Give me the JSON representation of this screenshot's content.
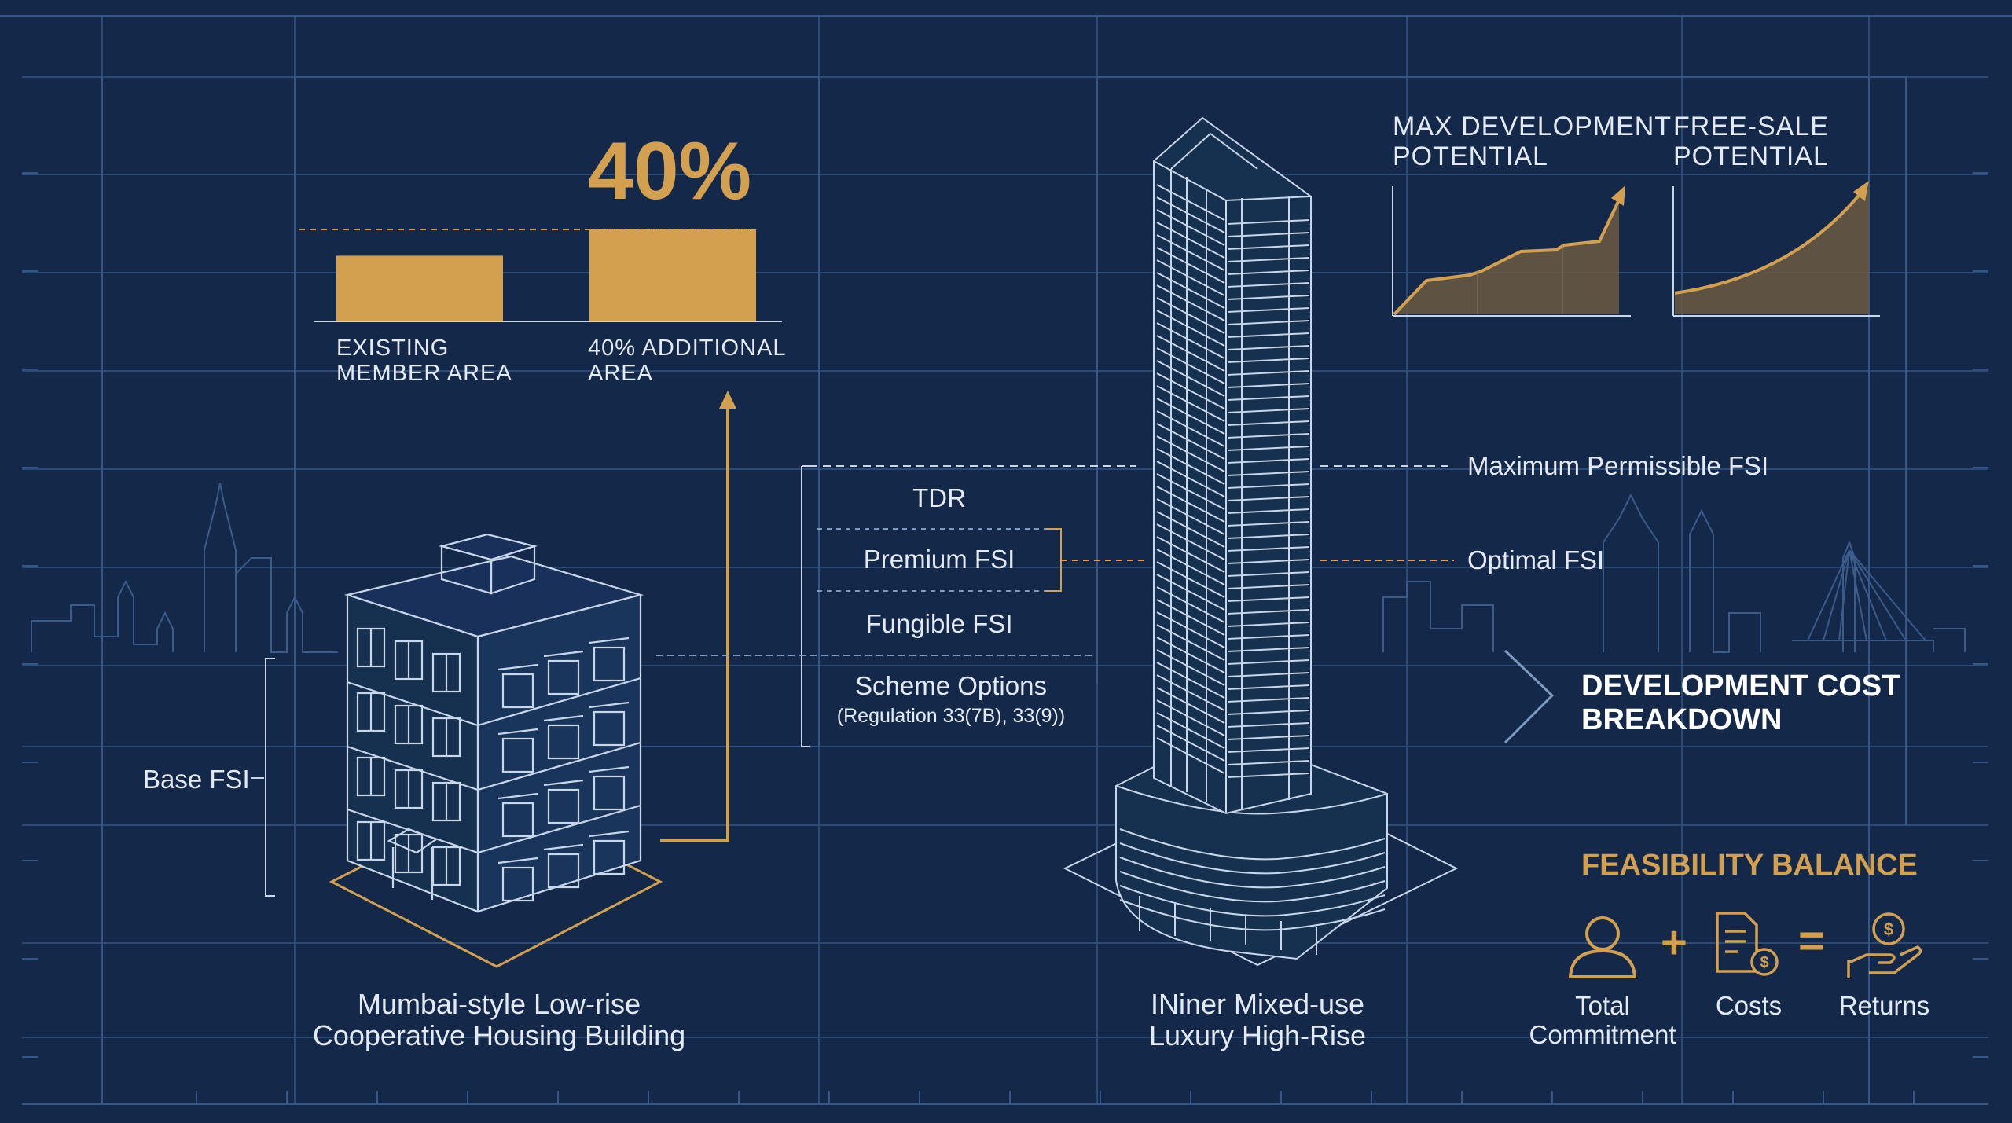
{
  "colors": {
    "background": "#14294a",
    "grid_line": "#2c4a76",
    "line_art": "#c8d6ea",
    "accent_gold": "#d2a04f",
    "text": "#e4eaf3"
  },
  "bar_comparison": {
    "headline_value": "40%",
    "bars": [
      {
        "label_line1": "EXISTING",
        "label_line2": "MEMBER AREA",
        "value": 1.0
      },
      {
        "label_line1": "40% ADDITIONAL",
        "label_line2": "AREA",
        "value": 1.4
      }
    ]
  },
  "trend_charts": [
    {
      "title_line1": "MAX DEVELOPMENT",
      "title_line2": "POTENTIAL",
      "shape": "stepped-rising"
    },
    {
      "title_line1": "FREE-SALE",
      "title_line2": "POTENTIAL",
      "shape": "curved-rising"
    }
  ],
  "fsi_stack": {
    "items": [
      "TDR",
      "Premium FSI",
      "Fungible FSI",
      "Scheme Options"
    ],
    "scheme_note": "(Regulation 33(7B), 33(9))",
    "base_label": "Base FSI"
  },
  "fsi_markers": {
    "max": "Maximum Permissible FSI",
    "optimal": "Optimal FSI"
  },
  "development_cost": {
    "line1": "DEVELOPMENT COST",
    "line2": "BREAKDOWN"
  },
  "buildings": {
    "lowrise_line1": "Mumbai-style Low-rise",
    "lowrise_line2": "Cooperative Housing Building",
    "highrise_line1": "INiner Mixed-use",
    "highrise_line2": "Luxury High-Rise"
  },
  "feasibility": {
    "title": "FEASIBILITY BALANCE",
    "operator_plus": "+",
    "operator_equals": "=",
    "items": [
      {
        "icon": "person-icon",
        "label_line1": "Total",
        "label_line2": "Commitment"
      },
      {
        "icon": "cost-document-icon",
        "label_line1": "Costs",
        "label_line2": ""
      },
      {
        "icon": "hand-money-icon",
        "label_line1": "Returns",
        "label_line2": ""
      }
    ]
  }
}
